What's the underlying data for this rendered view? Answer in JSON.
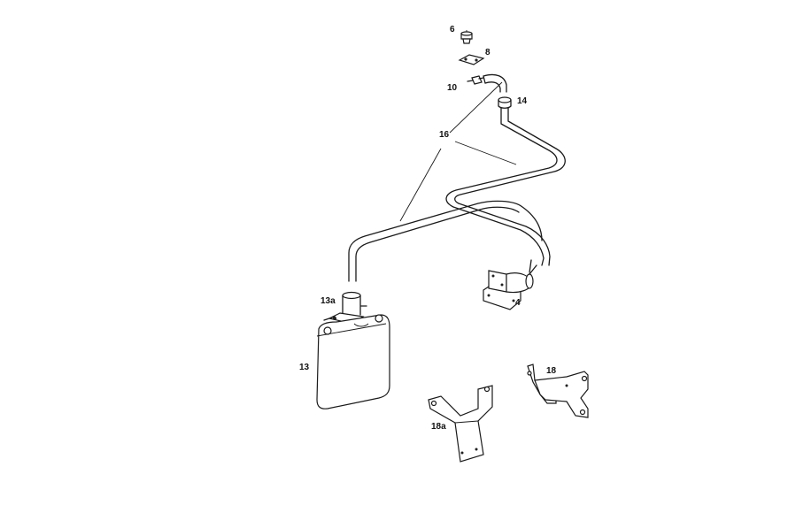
{
  "labels": {
    "p6": "6",
    "p8": "8",
    "p10": "10",
    "p14": "14",
    "p16": "16",
    "p13a": "13a",
    "p13": "13",
    "p4": "4",
    "p18": "18",
    "p18a": "18a"
  }
}
